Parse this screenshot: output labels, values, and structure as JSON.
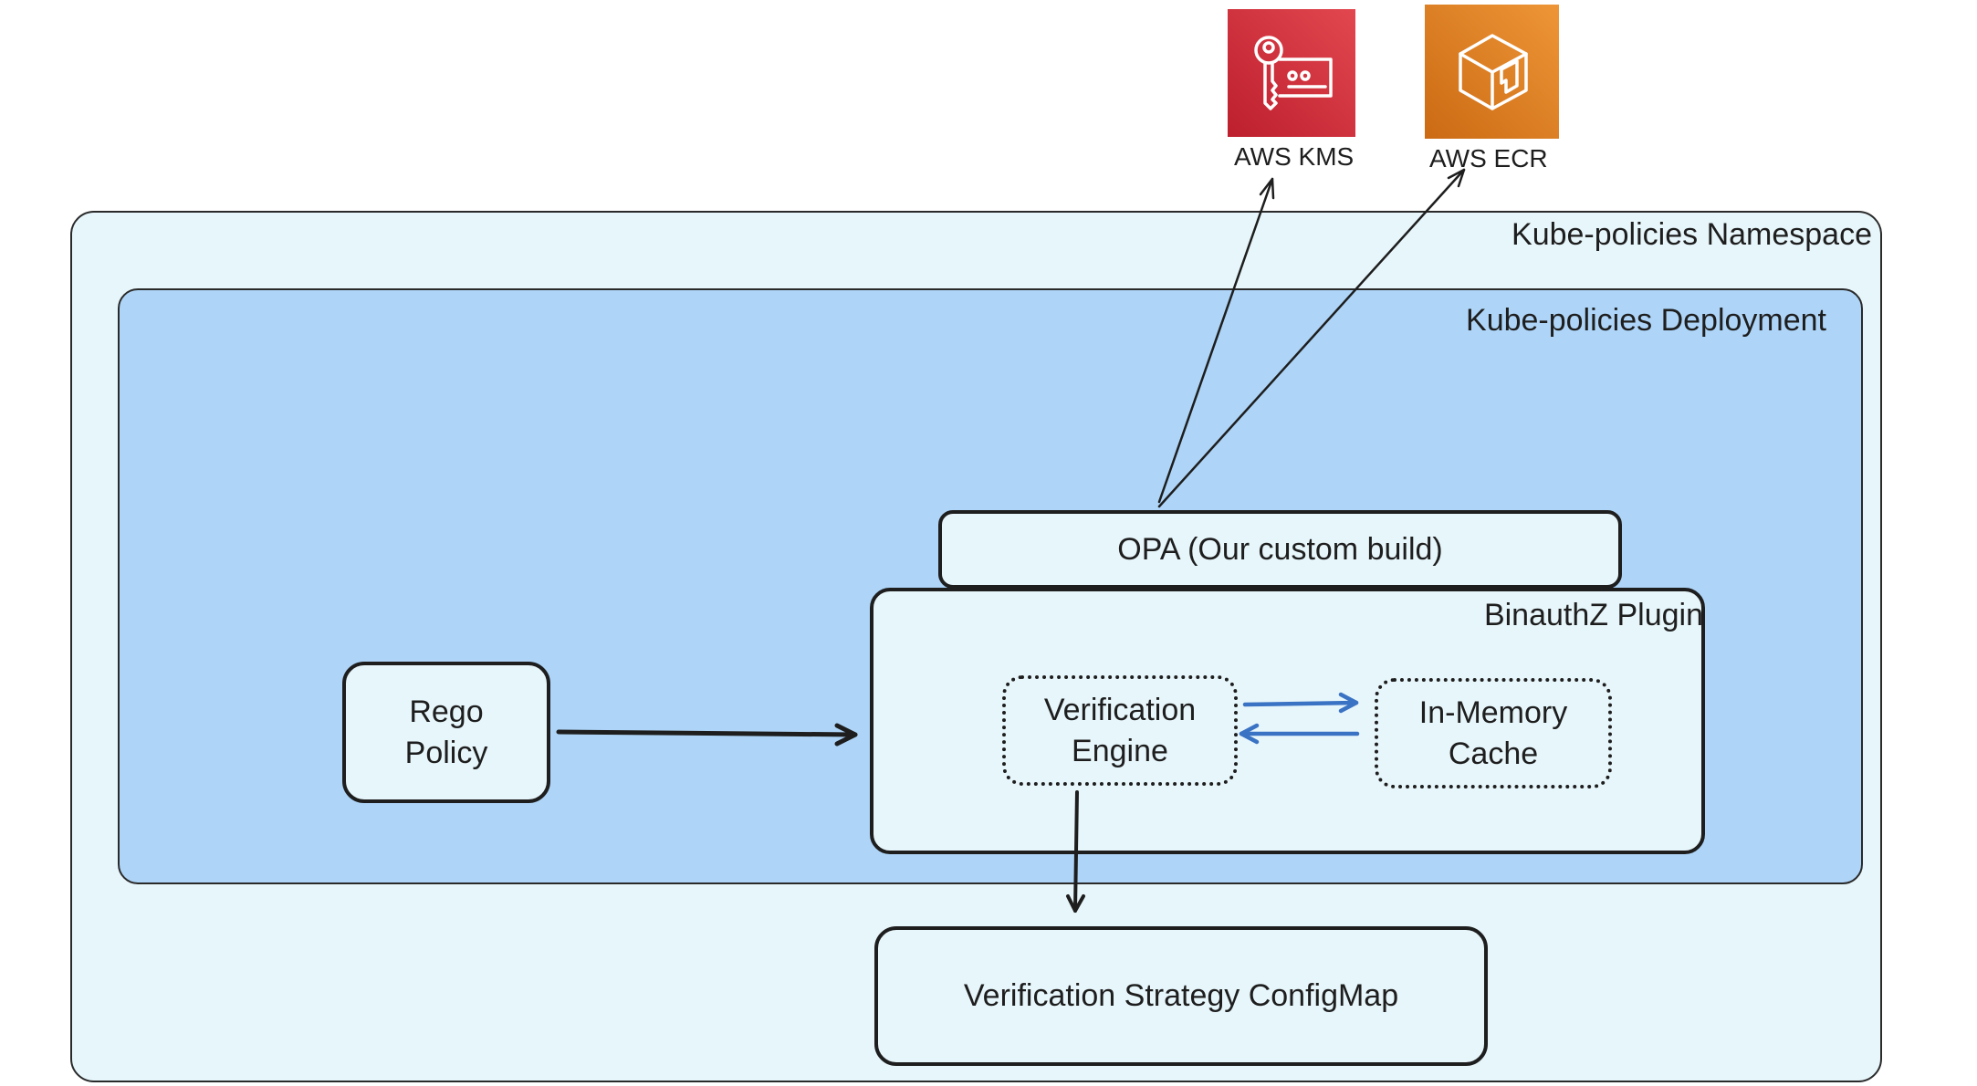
{
  "namespace": {
    "label": "Kube-policies Namespace"
  },
  "deployment": {
    "label": "Kube-policies Deployment"
  },
  "opa": {
    "label": "OPA (Our custom build)"
  },
  "plugin": {
    "label": "BinauthZ Plugin"
  },
  "rego": {
    "label": "Rego\nPolicy"
  },
  "engine": {
    "label": "Verification\nEngine"
  },
  "cache": {
    "label": "In-Memory\nCache"
  },
  "configmap": {
    "label": "Verification Strategy ConfigMap"
  },
  "aws": {
    "kms": {
      "label": "AWS KMS",
      "icon": "kms-key-icon",
      "color": "#d6333c"
    },
    "ecr": {
      "label": "AWS ECR",
      "icon": "ecr-container-icon",
      "color": "#e0822a"
    }
  },
  "colors": {
    "namespace_bg": "#e7f6fb",
    "deployment_bg": "#aed5f8",
    "cache_arrows": "#3a72c4"
  }
}
